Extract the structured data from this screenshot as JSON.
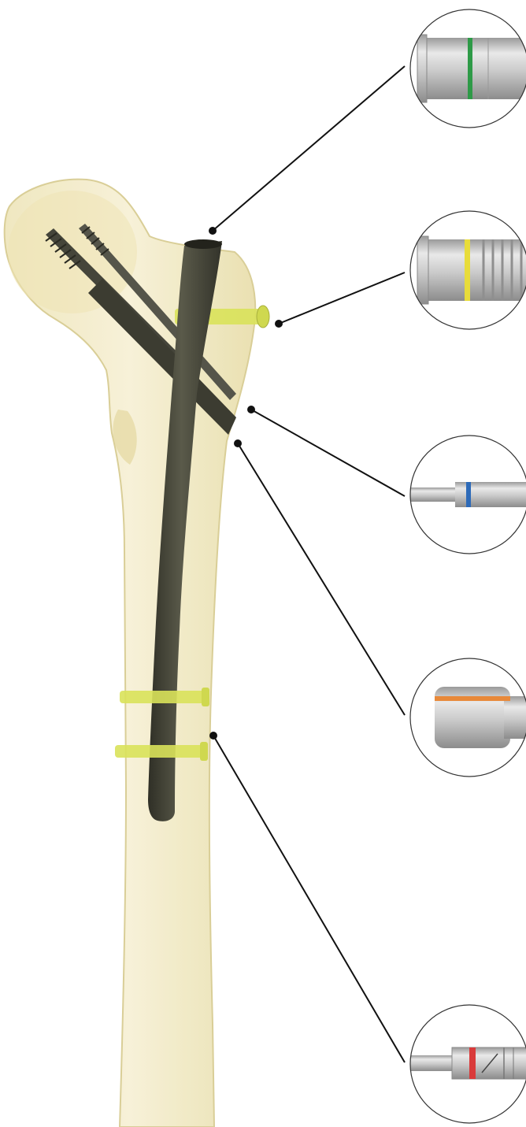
{
  "figure": {
    "subject": "femur-with-intramedullary-nail",
    "colors": {
      "bone_fill": "#efe7bf",
      "bone_edge": "#d8cc92",
      "nail": "#4a4a3c",
      "nail_dark": "#2f2f26",
      "screw_yellow": "#d9e25a",
      "metal_light": "#e2e2e2",
      "metal_mid": "#b4b4b4",
      "metal_dark": "#8a8a8a",
      "leader_line": "#111111",
      "callout_border": "#333333"
    },
    "callouts": [
      {
        "id": "end-cap",
        "band_color": "#2e9a47",
        "icon": "end-cap-icon"
      },
      {
        "id": "set-screw",
        "band_color": "#e8dc3a",
        "icon": "threaded-screw-icon"
      },
      {
        "id": "locking-bolt-small",
        "band_color": "#2d6ab8",
        "icon": "thin-shaft-icon"
      },
      {
        "id": "lag-screw",
        "band_color": "#e8893a",
        "icon": "rounded-bolt-icon"
      },
      {
        "id": "distal-screw",
        "band_color": "#d93a3a",
        "icon": "notched-shaft-icon"
      }
    ]
  }
}
